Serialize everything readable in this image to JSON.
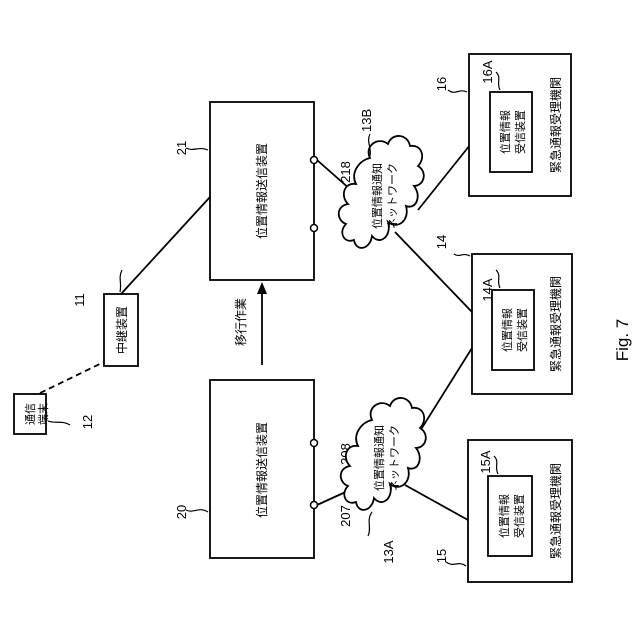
{
  "terminal": {
    "label_line1": "通信",
    "label_line2": "端末",
    "ref": "12"
  },
  "relay": {
    "label": "中継装置",
    "ref": "11"
  },
  "sender_old": {
    "label": "位置情報送信装置",
    "ref": "20",
    "port_a": "207",
    "port_b": "208"
  },
  "sender_new": {
    "label": "位置情報送信装置",
    "ref": "21",
    "port_a": "218"
  },
  "migration": {
    "label": "移行作業"
  },
  "network_a": {
    "line1": "位置情報通知",
    "line2": "ネットワーク",
    "ref": "13A"
  },
  "network_b": {
    "line1": "位置情報通知",
    "line2": "ネットワーク",
    "ref": "13B"
  },
  "agency_15": {
    "label": "緊急通報受理機関",
    "ref": "15",
    "receiver_line1": "位置情報",
    "receiver_line2": "受信装置",
    "receiver_ref": "15A"
  },
  "agency_14": {
    "label": "緊急通報受理機関",
    "ref": "14",
    "receiver_line1": "位置情報",
    "receiver_line2": "受信装置",
    "receiver_ref": "14A"
  },
  "agency_16": {
    "label": "緊急通報受理機関",
    "ref": "16",
    "receiver_line1": "位置情報",
    "receiver_line2": "受信装置",
    "receiver_ref": "16A"
  },
  "figure_label": "Fig. 7"
}
